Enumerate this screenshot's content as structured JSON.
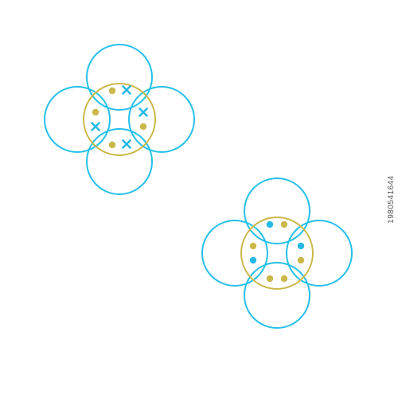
{
  "colors": {
    "background": "#ffffff",
    "outer_ring": "#26c0e8",
    "central_ring": "#cbb84a",
    "gold_dot": "#cbb84a",
    "blue_mark": "#26b8e6"
  },
  "molecules": [
    {
      "name": "cross-dot-molecule",
      "central_electrons": [
        {
          "position": "top-left",
          "shape": "dot",
          "color": "gold"
        },
        {
          "position": "top-right",
          "shape": "cross",
          "color": "blue"
        },
        {
          "position": "right-top",
          "shape": "cross",
          "color": "blue"
        },
        {
          "position": "right-bottom",
          "shape": "dot",
          "color": "gold"
        },
        {
          "position": "bottom-right",
          "shape": "cross",
          "color": "blue"
        },
        {
          "position": "bottom-left",
          "shape": "dot",
          "color": "gold"
        },
        {
          "position": "left-bottom",
          "shape": "cross",
          "color": "blue"
        },
        {
          "position": "left-top",
          "shape": "dot",
          "color": "gold"
        }
      ]
    },
    {
      "name": "dot-dot-molecule",
      "central_electrons": [
        {
          "position": "top-left",
          "shape": "dot",
          "color": "blue"
        },
        {
          "position": "top-right",
          "shape": "dot",
          "color": "gold"
        },
        {
          "position": "right-top",
          "shape": "dot",
          "color": "blue"
        },
        {
          "position": "right-bottom",
          "shape": "dot",
          "color": "gold"
        },
        {
          "position": "bottom-right",
          "shape": "dot",
          "color": "gold"
        },
        {
          "position": "bottom-left",
          "shape": "dot",
          "color": "gold"
        },
        {
          "position": "left-bottom",
          "shape": "dot",
          "color": "blue"
        },
        {
          "position": "left-top",
          "shape": "dot",
          "color": "gold"
        }
      ]
    }
  ],
  "stock_id": "1980541644"
}
